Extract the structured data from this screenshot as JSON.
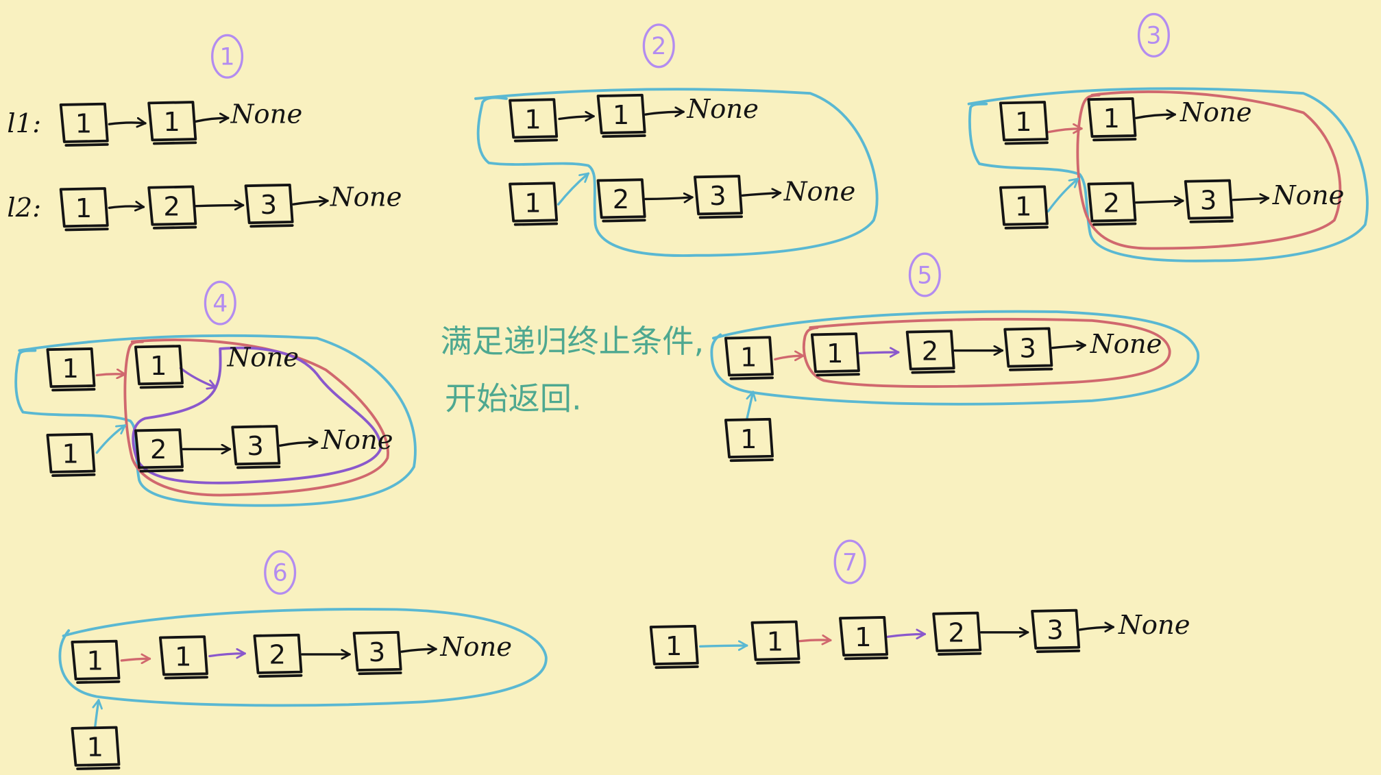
{
  "colors": {
    "background": "#f9f1c0",
    "ink": "#141414",
    "step_marker": "#b38cf0",
    "teal_loop": "#5ab8d2",
    "red_loop": "#d0686e",
    "purple_loop": "#8a58cc",
    "note_text": "#4ea890"
  },
  "terminal": "None",
  "list_labels": [
    "l1:",
    "l2:"
  ],
  "note_lines": [
    "满足递归终止条件,",
    "开始返回."
  ],
  "steps": [
    {
      "marker": "1",
      "rows": [
        {
          "label": "l1:",
          "nodes": [
            "1",
            "1"
          ]
        },
        {
          "label": "l2:",
          "nodes": [
            "1",
            "2",
            "3"
          ]
        }
      ]
    },
    {
      "marker": "2",
      "rows": [
        {
          "nodes": [
            "1",
            "1"
          ]
        },
        {
          "nodes": [
            "1",
            "2",
            "3"
          ]
        }
      ]
    },
    {
      "marker": "3",
      "rows": [
        {
          "nodes": [
            "1",
            "1"
          ]
        },
        {
          "nodes": [
            "1",
            "2",
            "3"
          ]
        }
      ]
    },
    {
      "marker": "4",
      "rows": [
        {
          "nodes": [
            "1",
            "1"
          ]
        },
        {
          "nodes": [
            "1",
            "2",
            "3"
          ]
        }
      ]
    },
    {
      "marker": "5",
      "rows": [
        {
          "nodes": [
            "1",
            "1",
            "2",
            "3"
          ]
        },
        {
          "nodes": [
            "1"
          ]
        }
      ]
    },
    {
      "marker": "6",
      "rows": [
        {
          "nodes": [
            "1",
            "1",
            "2",
            "3"
          ]
        },
        {
          "nodes": [
            "1"
          ]
        }
      ]
    },
    {
      "marker": "7",
      "rows": [
        {
          "nodes": [
            "1",
            "1",
            "1",
            "2",
            "3"
          ]
        }
      ]
    }
  ]
}
